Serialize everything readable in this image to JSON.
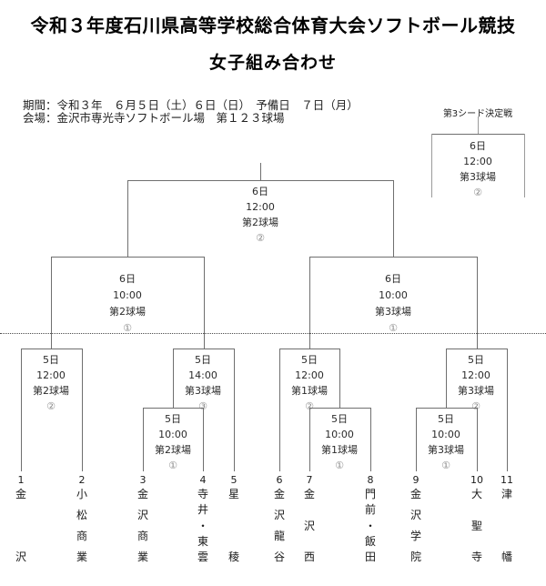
{
  "page": {
    "title": "令和３年度石川県高等学校総合体育大会ソフトボール競技",
    "subtitle": "女子組み合わせ",
    "period": "期間：令和３年　６月５日（土）６日（日）　予備日　７日（月）",
    "venue": "会場：金沢市専光寺ソフトボール場　第１２３球場",
    "third_seed_label": "第3シード決定戦"
  },
  "matches": {
    "third_seed": {
      "day": "6日",
      "time": "12:00",
      "field": "第3球場",
      "game": "②"
    },
    "final": {
      "day": "6日",
      "time": "12:00",
      "field": "第2球場",
      "game": "②"
    },
    "sf_left": {
      "day": "6日",
      "time": "10:00",
      "field": "第2球場",
      "game": "①"
    },
    "sf_right": {
      "day": "6日",
      "time": "10:00",
      "field": "第3球場",
      "game": "①"
    },
    "qf1": {
      "day": "5日",
      "time": "12:00",
      "field": "第2球場",
      "game": "②"
    },
    "qf2": {
      "day": "5日",
      "time": "14:00",
      "field": "第3球場",
      "game": "③"
    },
    "qf3": {
      "day": "5日",
      "time": "12:00",
      "field": "第1球場",
      "game": "②"
    },
    "qf4": {
      "day": "5日",
      "time": "12:00",
      "field": "第3球場",
      "game": "②"
    },
    "r1a": {
      "day": "5日",
      "time": "10:00",
      "field": "第2球場",
      "game": "①"
    },
    "r1b": {
      "day": "5日",
      "time": "10:00",
      "field": "第1球場",
      "game": "①"
    },
    "r1c": {
      "day": "5日",
      "time": "10:00",
      "field": "第3球場",
      "game": "①"
    }
  },
  "teams": [
    {
      "no": "1",
      "name": "金沢"
    },
    {
      "no": "2",
      "name": "小松商業"
    },
    {
      "no": "3",
      "name": "金沢商業"
    },
    {
      "no": "4",
      "name": "寺井・東雲"
    },
    {
      "no": "5",
      "name": "星稜"
    },
    {
      "no": "6",
      "name": "金沢龍谷"
    },
    {
      "no": "7",
      "name": "金沢西"
    },
    {
      "no": "8",
      "name": "門前・飯田"
    },
    {
      "no": "9",
      "name": "金沢学院"
    },
    {
      "no": "10",
      "name": "大聖寺"
    },
    {
      "no": "11",
      "name": "津幡"
    }
  ]
}
